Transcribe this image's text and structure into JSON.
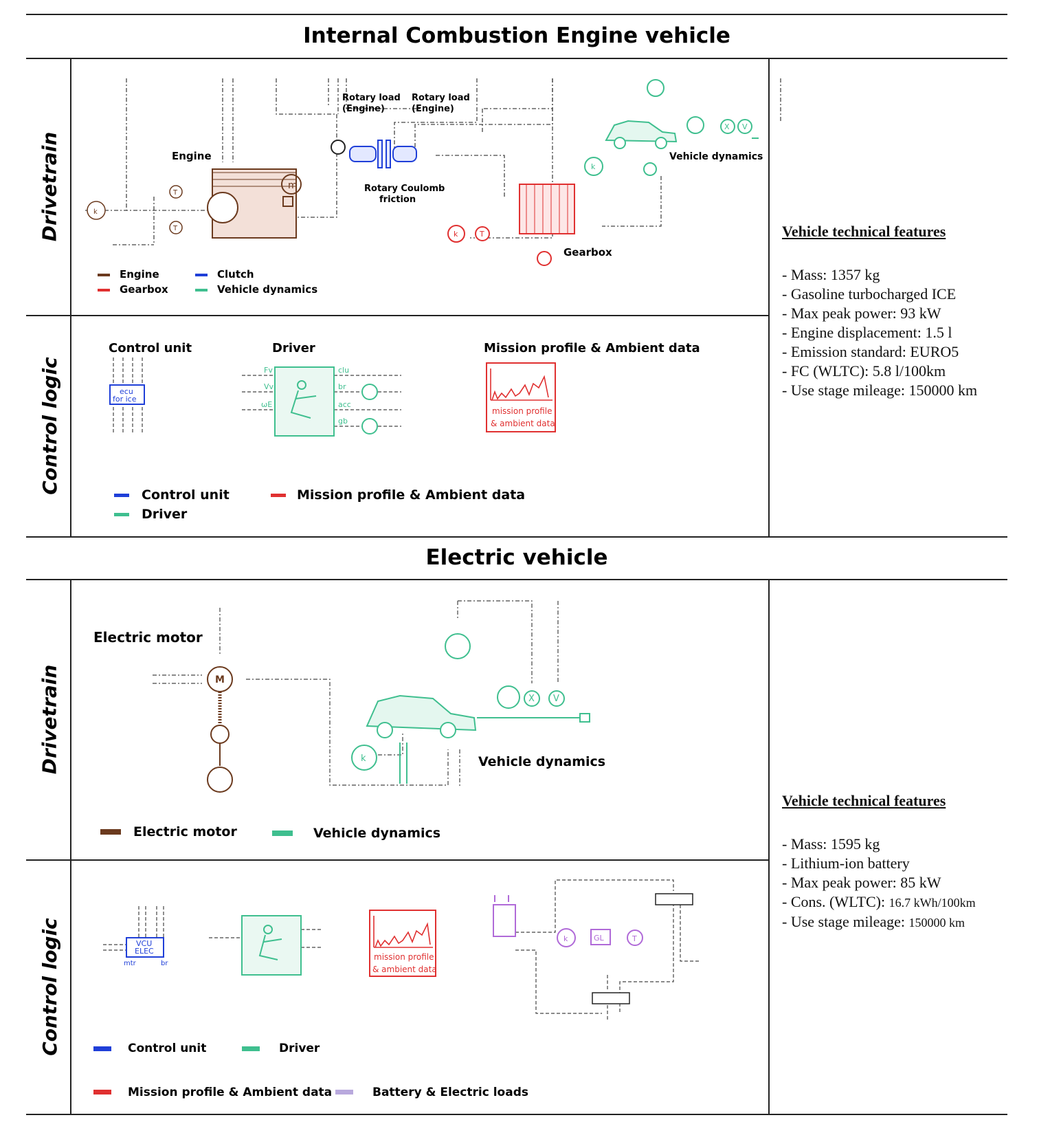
{
  "ice": {
    "title": "Internal Combustion Engine vehicle",
    "drivetrain_label": "Drivetrain",
    "control_label": "Control logic",
    "drivetrain": {
      "labels": {
        "engine": "Engine",
        "rotary_load_1": "Rotary load (Engine)",
        "rotary_load_2": "Rotary load (Engine)",
        "rotary_coulomb": "Rotary Coulomb friction",
        "vehicle_dynamics": "Vehicle dynamics",
        "gearbox": "Gearbox"
      },
      "legend": [
        {
          "label": "Engine",
          "color": "#6b3a1e"
        },
        {
          "label": "Clutch",
          "color": "#1f3fd8"
        },
        {
          "label": "Gearbox",
          "color": "#e03030"
        },
        {
          "label": "Vehicle dynamics",
          "color": "#3fbf8f"
        }
      ]
    },
    "control": {
      "labels": {
        "control_unit": "Control unit",
        "driver": "Driver",
        "mission": "Mission profile & Ambient data"
      },
      "ecu_text": [
        "ecu",
        "for ice"
      ],
      "mission_box_text": [
        "mission profile",
        "& ambient data"
      ],
      "driver_ports_in": [
        "Fv",
        "Vv",
        "ωE"
      ],
      "driver_ports_out": [
        "clu",
        "br",
        "acc",
        "gb"
      ],
      "legend": [
        {
          "label": "Control unit",
          "color": "#1f3fd8"
        },
        {
          "label": "Mission profile & Ambient data",
          "color": "#e03030"
        },
        {
          "label": "Driver",
          "color": "#3fbf8f"
        }
      ]
    },
    "features": {
      "heading": "Vehicle technical features",
      "items": [
        "- Mass: 1357 kg",
        "- Gasoline turbocharged ICE",
        "- Max peak power: 93 kW",
        "- Engine displacement: 1.5 l",
        "- Emission standard: EURO5",
        "- FC (WLTC): 5.8 l/100km",
        "- Use stage mileage: 150000 km"
      ]
    }
  },
  "ev": {
    "title": "Electric vehicle",
    "drivetrain_label": "Drivetrain",
    "control_label": "Control logic",
    "drivetrain": {
      "labels": {
        "electric_motor": "Electric motor",
        "vehicle_dynamics": "Vehicle dynamics"
      },
      "legend": [
        {
          "label": "Electric motor",
          "color": "#6b3a1e"
        },
        {
          "label": "Vehicle dynamics",
          "color": "#3fbf8f"
        }
      ]
    },
    "control": {
      "vcu_text": [
        "VCU",
        "ELEC"
      ],
      "vcu_ports": [
        "mtr",
        "br"
      ],
      "mission_box_text": [
        "mission profile",
        "& ambient data"
      ],
      "legend": [
        {
          "label": "Control unit",
          "color": "#1f3fd8"
        },
        {
          "label": "Driver",
          "color": "#3fbf8f"
        },
        {
          "label": "Mission profile & Ambient data",
          "color": "#e03030"
        },
        {
          "label": "Battery & Electric loads",
          "color": "#b9a9dd"
        }
      ]
    },
    "features": {
      "heading": "Vehicle technical features",
      "items": [
        {
          "main": "- Mass: 1595 kg",
          "small": ""
        },
        {
          "main": "- Lithium-ion battery",
          "small": ""
        },
        {
          "main": "- Max peak power: 85 kW",
          "small": ""
        },
        {
          "main": "- Cons. (WLTC): ",
          "small": "16.7 kWh/100km"
        },
        {
          "main": "- Use stage mileage: ",
          "small": "150000 km"
        }
      ]
    }
  },
  "colors": {
    "engine": "#6b3a1e",
    "clutch": "#1f3fd8",
    "gearbox": "#e03030",
    "vehicle_dynamics": "#3fbf8f",
    "battery": "#b9a9dd",
    "battery_diagram": "#b06ad8"
  }
}
